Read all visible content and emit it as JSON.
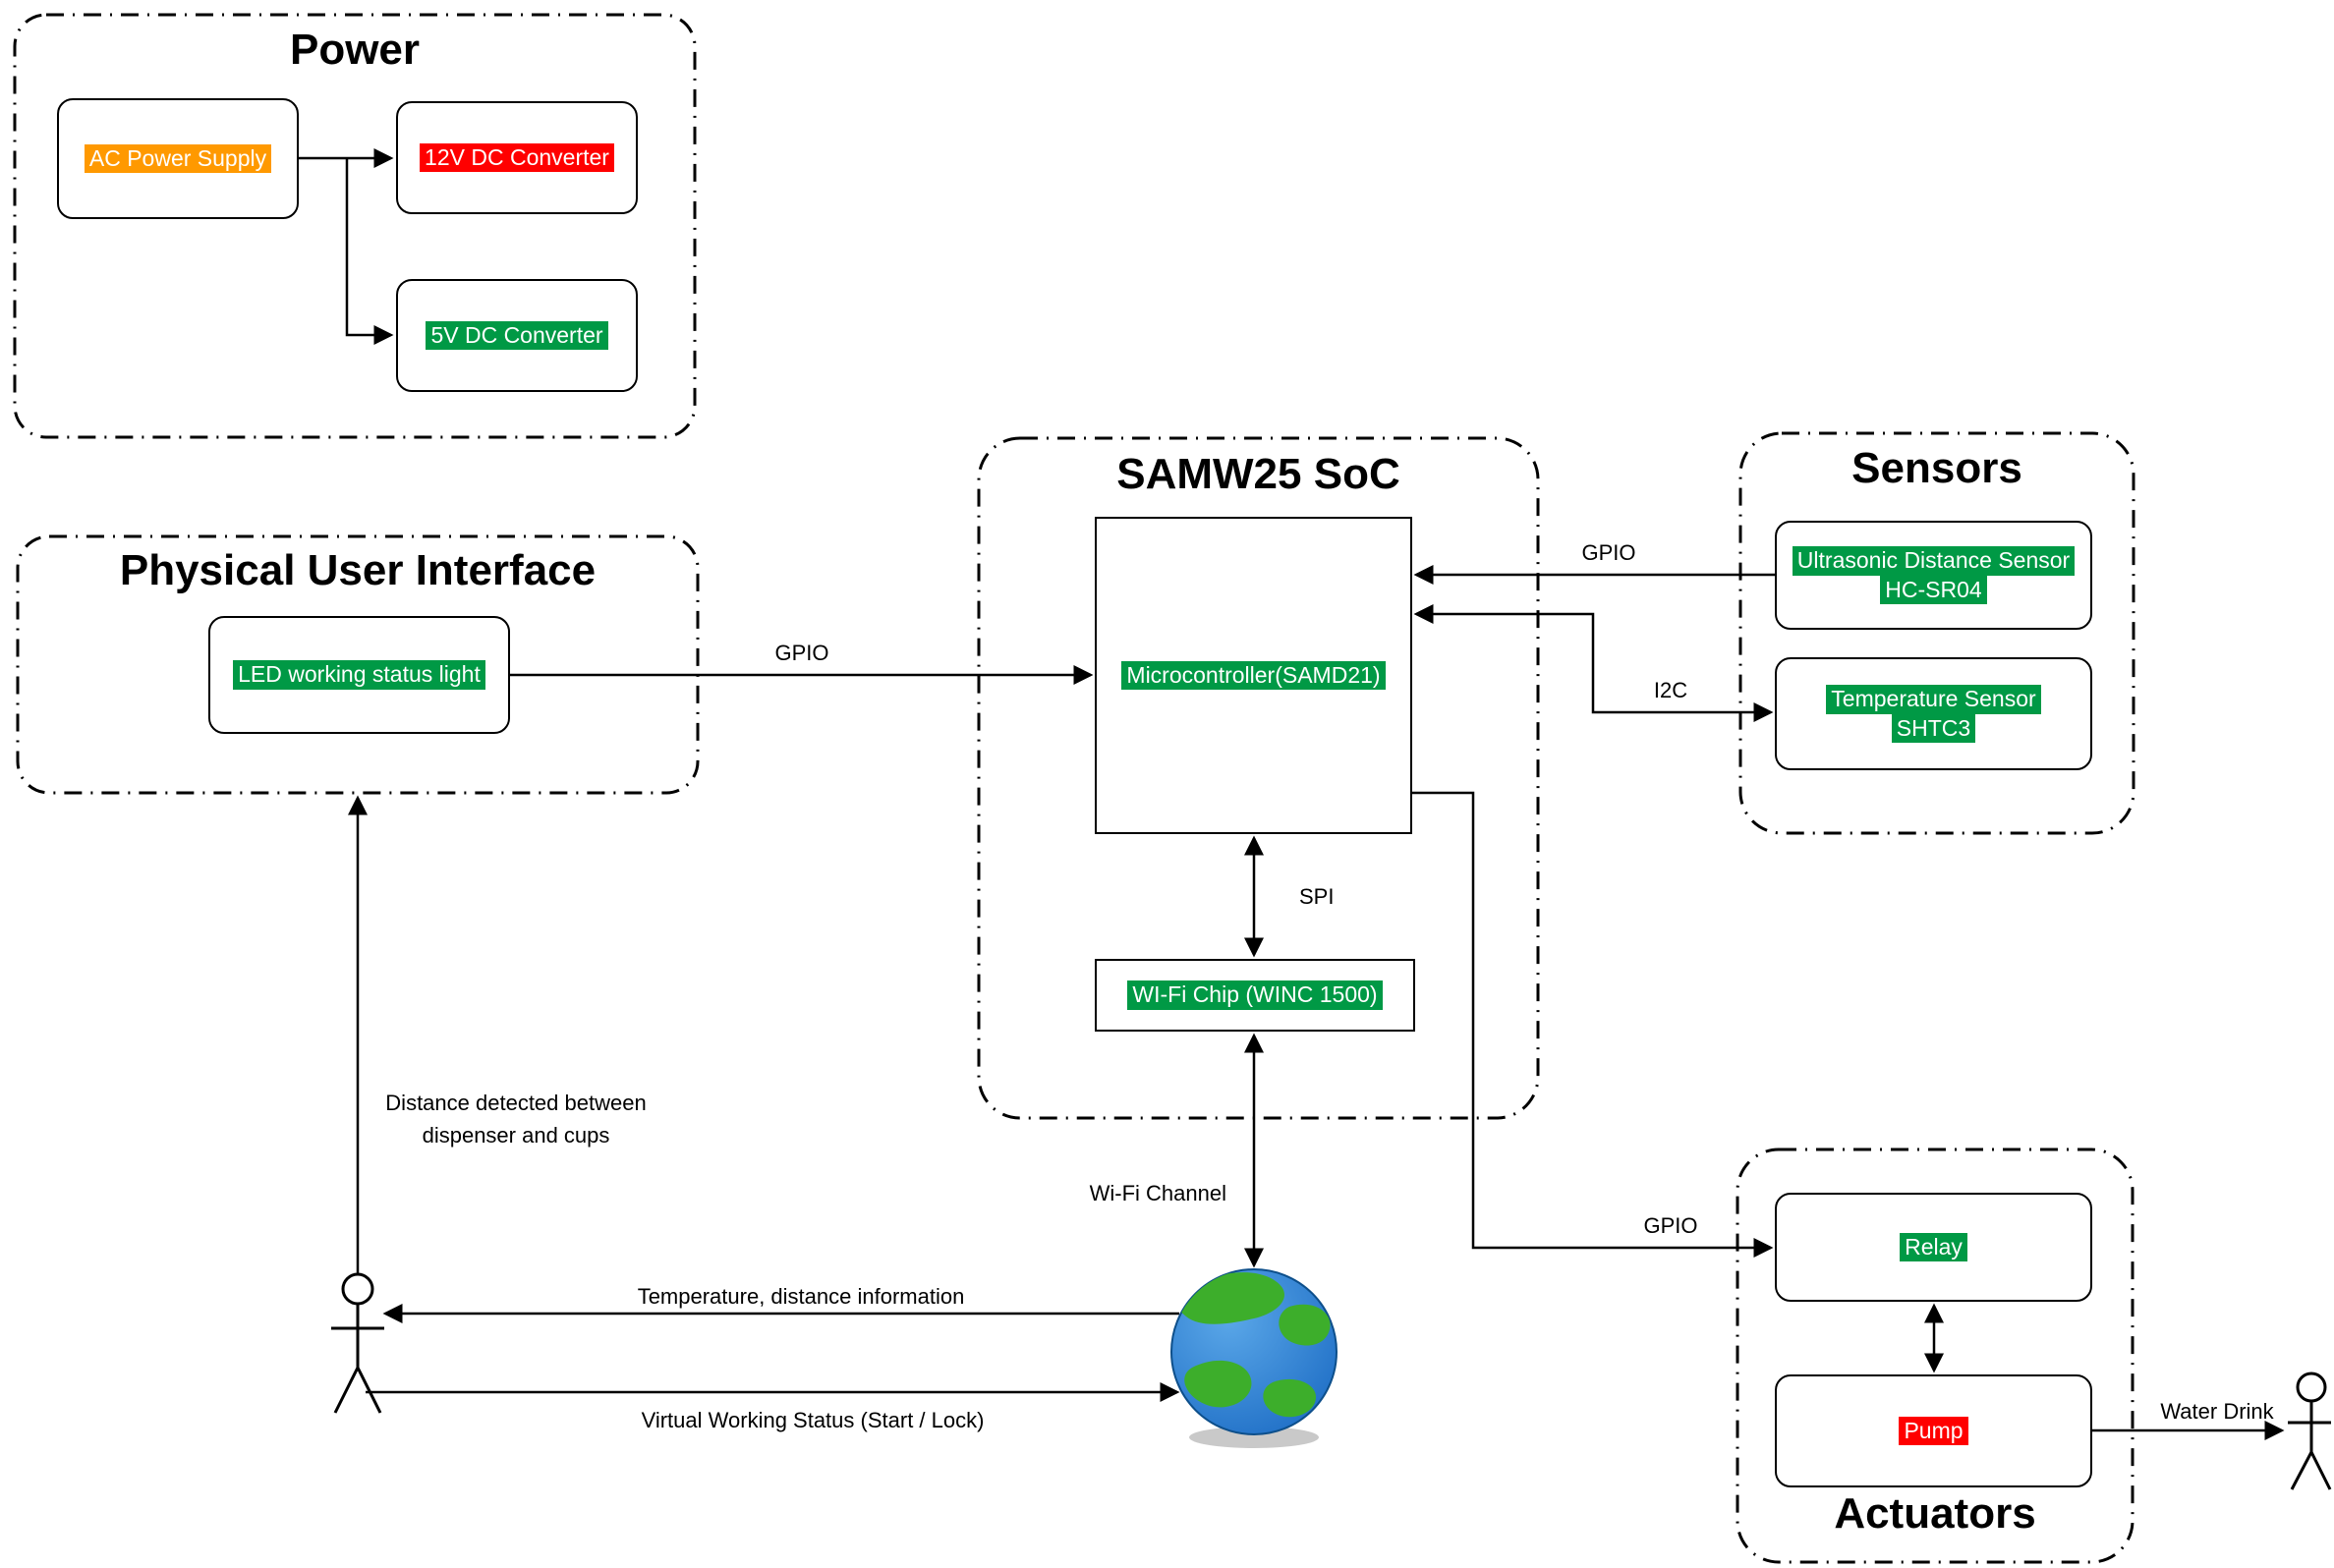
{
  "colors": {
    "orange": "#FF9900",
    "red": "#FF0000",
    "green": "#009945",
    "line": "#000000",
    "background": "#FFFFFF"
  },
  "groups": {
    "power": {
      "title": "Power"
    },
    "pui": {
      "title": "Physical User Interface"
    },
    "soc": {
      "title": "SAMW25 SoC"
    },
    "sensors": {
      "title": "Sensors"
    },
    "actuators": {
      "title": "Actuators"
    }
  },
  "nodes": {
    "ac_power": {
      "label": "AC Power Supply",
      "color": "#FF9900"
    },
    "dc12": {
      "label": "12V DC Converter",
      "color": "#FF0000"
    },
    "dc5": {
      "label": "5V DC Converter",
      "color": "#009945"
    },
    "led": {
      "label": "LED working status light",
      "color": "#009945"
    },
    "mcu": {
      "label": "Microcontroller(SAMD21)",
      "color": "#009945"
    },
    "wifi": {
      "label": "WI-Fi Chip (WINC 1500)",
      "color": "#009945"
    },
    "ultrasonic": {
      "label_line1": "Ultrasonic Distance Sensor",
      "label_line2": "HC-SR04",
      "color": "#009945"
    },
    "temperature": {
      "label_line1": "Temperature Sensor",
      "label_line2": "SHTC3",
      "color": "#009945"
    },
    "relay": {
      "label": "Relay",
      "color": "#009945"
    },
    "pump": {
      "label": "Pump",
      "color": "#FF0000"
    }
  },
  "edges": {
    "led_gpio": {
      "label": "GPIO"
    },
    "ultrasonic_gpio": {
      "label": "GPIO"
    },
    "i2c": {
      "label": "I2C"
    },
    "spi": {
      "label": "SPI"
    },
    "wifi_channel": {
      "label": "Wi-Fi Channel"
    },
    "relay_gpio": {
      "label": "GPIO"
    },
    "water_drink": {
      "label": "Water Drink"
    },
    "temp_info": {
      "label": "Temperature, distance information"
    },
    "virtual_status": {
      "label": "Virtual Working Status (Start / Lock)"
    },
    "distance_note_line1": "Distance detected between",
    "distance_note_line2": "dispenser and cups"
  }
}
